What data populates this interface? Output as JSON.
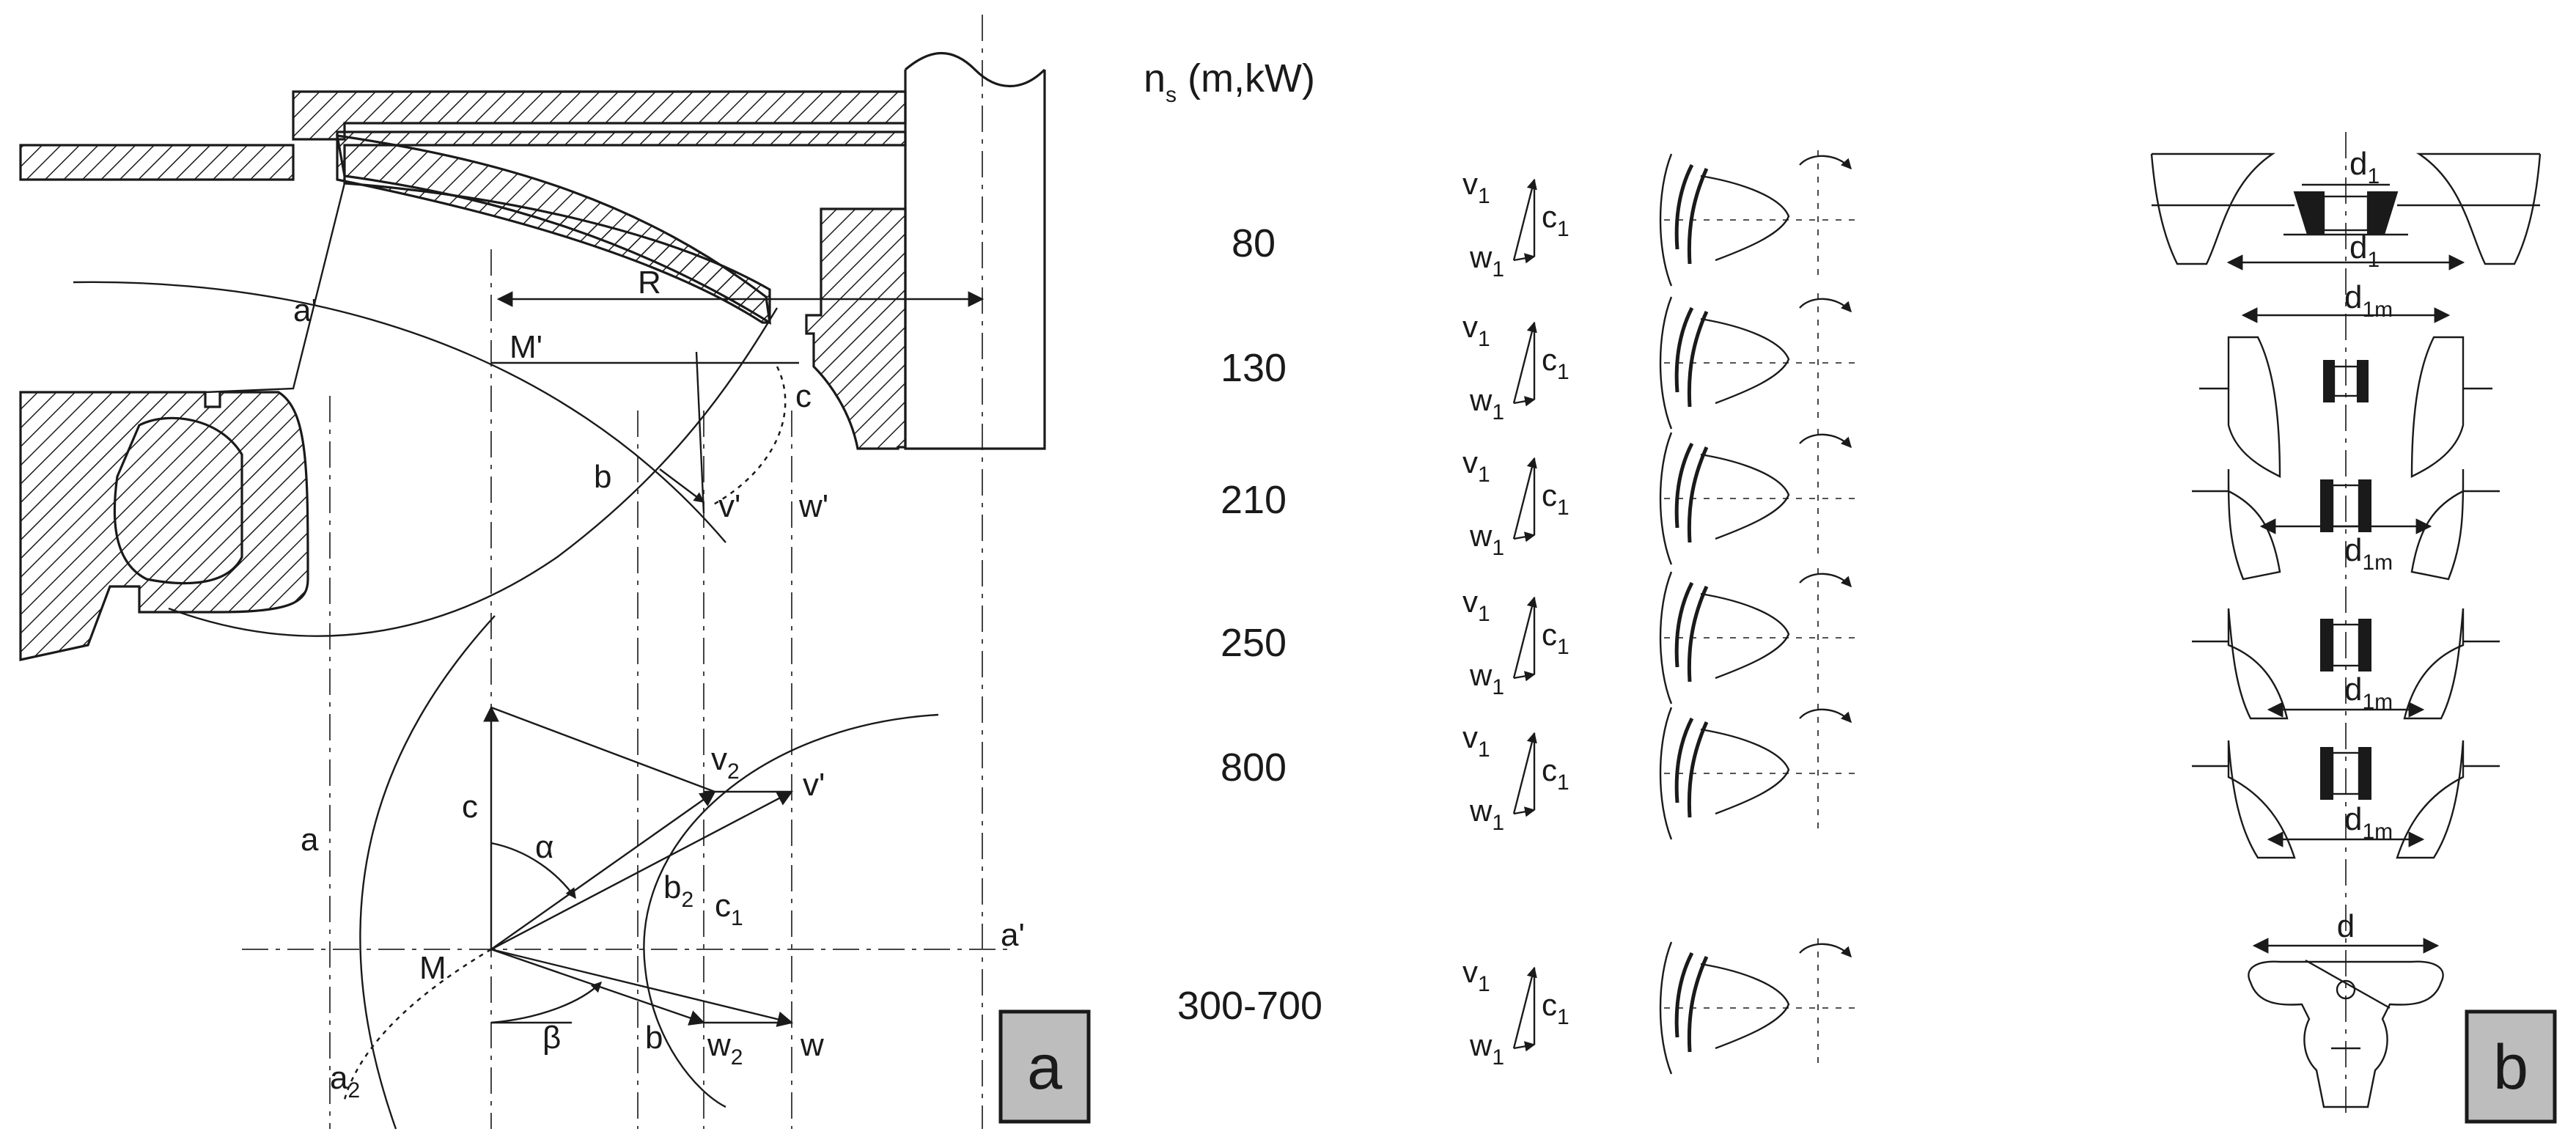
{
  "panel_a": {
    "tag": "a",
    "header_ns": "n",
    "header_ns_sub": "s",
    "header_ns_units": " (m,kW)",
    "ns_values": [
      "80",
      "130",
      "210",
      "250",
      "800",
      "300-700"
    ],
    "labels": {
      "R": "R",
      "M_prime": "M'",
      "a_prime_top": "a'",
      "a_prime_bottom": "a'",
      "c_top": "c",
      "b_top": "b",
      "v_prime_top": "v'",
      "w_prime": "w'",
      "c_left": "c",
      "a": "a",
      "alpha": "α",
      "v2": "v",
      "v2_sub": "2",
      "v_prime_bottom": "v'",
      "b2": "b",
      "b2_sub": "2",
      "c1": "c",
      "c1_sub": "1",
      "M": "M",
      "a2": "a",
      "a2_sub": "2",
      "beta": "β",
      "b_bottom": "b",
      "w2": "w",
      "w2_sub": "2",
      "w": "w"
    }
  },
  "triangles": {
    "v": "v",
    "c": "c",
    "w": "w",
    "sub": "1"
  },
  "panel_b": {
    "tag": "b",
    "d1": "d",
    "d1_sub": "1",
    "d1m": "d",
    "d1m_sub": "1m",
    "d": "d"
  }
}
